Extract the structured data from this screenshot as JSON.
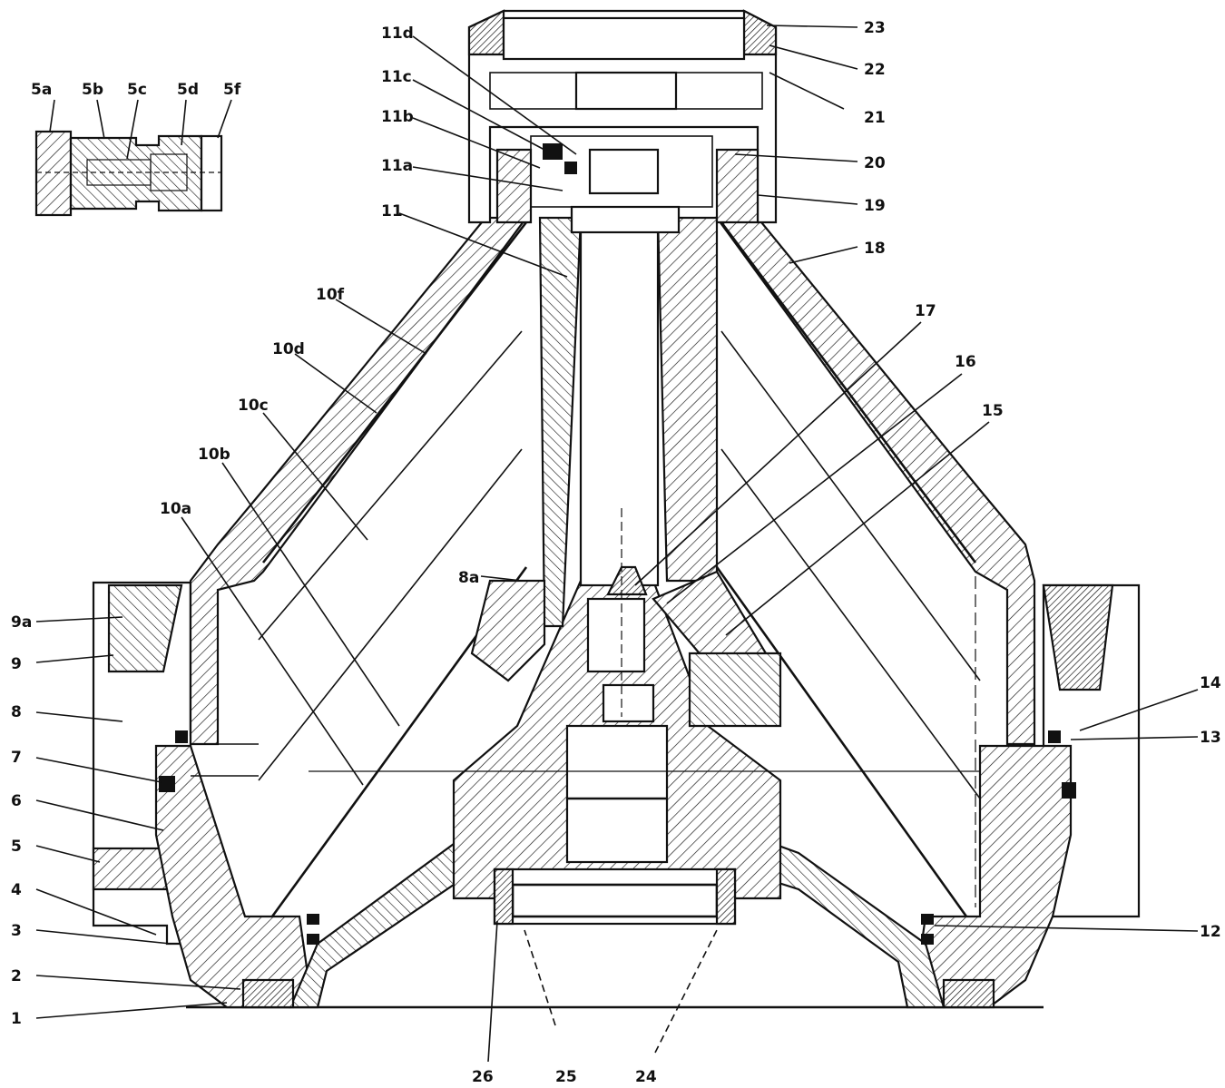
{
  "labels": {
    "l23": "23",
    "l22": "22",
    "l21": "21",
    "l20": "20",
    "l19": "19",
    "l18": "18",
    "l17": "17",
    "l16": "16",
    "l15": "15",
    "l14": "14",
    "l13": "13",
    "l12": "12",
    "l11d": "11d",
    "l11c": "11c",
    "l11b": "11b",
    "l11a": "11a",
    "l11": "11",
    "l10f": "10f",
    "l10d": "10d",
    "l10c": "10c",
    "l10b": "10b",
    "l10a": "10a",
    "l9a": "9a",
    "l9": "9",
    "l8a": "8a",
    "l8": "8",
    "l7": "7",
    "l6": "6",
    "l5": "5",
    "l4": "4",
    "l3": "3",
    "l2": "2",
    "l1": "1",
    "l5a": "5a",
    "l5b": "5b",
    "l5c": "5c",
    "l5d": "5d",
    "l5f": "5f",
    "l26": "26",
    "l25": "25",
    "l24": "24"
  },
  "colors": {
    "ink": "#111111",
    "paper": "#ffffff"
  }
}
